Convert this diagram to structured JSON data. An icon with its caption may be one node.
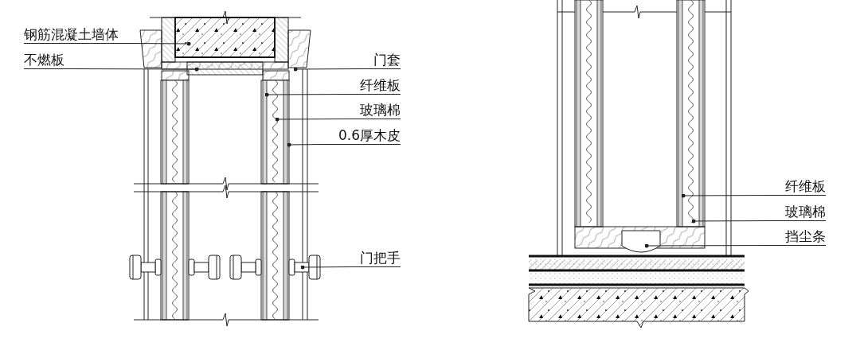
{
  "diagram": {
    "nodes": [
      {
        "text": [
          "钢筋混凝土墙体"
        ]
      },
      {
        "text": [
          "不燃板"
        ]
      },
      {
        "text": [
          "门套"
        ]
      },
      {
        "text": [
          "纤维板"
        ]
      },
      {
        "text": [
          "玻璃棉"
        ]
      },
      {
        "text": [
          "0.6厚木皮"
        ]
      },
      {
        "text": [
          "门把手"
        ]
      },
      {
        "text": [
          "纤维板"
        ]
      },
      {
        "text": [
          "玻璃棉"
        ]
      },
      {
        "text": [
          "挡尘条"
        ]
      }
    ],
    "edges": [
      {
        "from": 0,
        "to": null,
        "arrow": "other"
      },
      {
        "from": 1,
        "to": null,
        "arrow": "other"
      },
      {
        "from": 2,
        "to": null,
        "arrow": "other"
      },
      {
        "from": 3,
        "to": null,
        "arrow": "other"
      },
      {
        "from": 4,
        "to": null,
        "arrow": "other"
      },
      {
        "from": 5,
        "to": null,
        "arrow": "other"
      },
      {
        "from": 6,
        "to": null,
        "arrow": "other"
      },
      {
        "from": 7,
        "to": null,
        "arrow": "other"
      },
      {
        "from": 8,
        "to": null,
        "arrow": "other"
      },
      {
        "from": 9,
        "to": null,
        "arrow": "other"
      }
    ]
  }
}
